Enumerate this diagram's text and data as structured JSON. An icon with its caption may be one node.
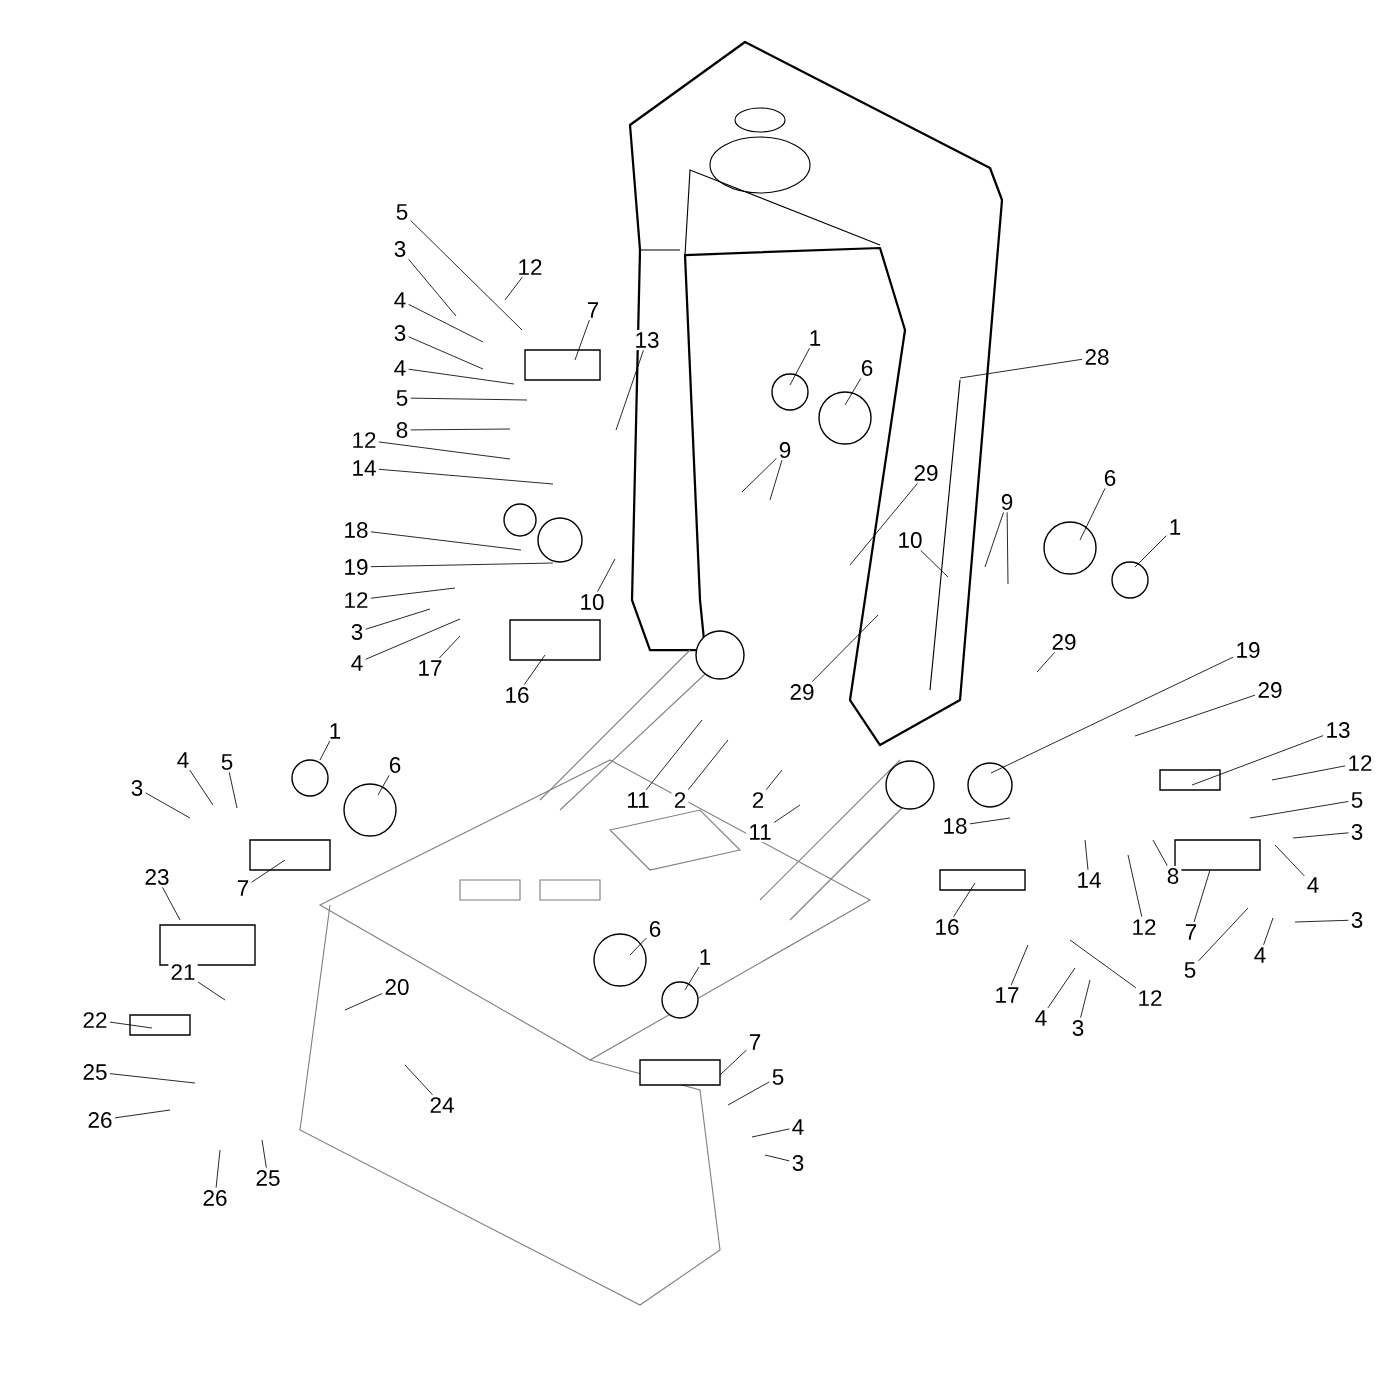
{
  "diagram": {
    "nodes": [
      {
        "text": [
          "5"
        ]
      },
      {
        "text": [
          "3"
        ]
      },
      {
        "text": [
          "12"
        ]
      },
      {
        "text": [
          "4"
        ]
      },
      {
        "text": [
          "7"
        ]
      },
      {
        "text": [
          "3"
        ]
      },
      {
        "text": [
          "13"
        ]
      },
      {
        "text": [
          "4"
        ]
      },
      {
        "text": [
          "5"
        ]
      },
      {
        "text": [
          "8"
        ]
      },
      {
        "text": [
          "12"
        ]
      },
      {
        "text": [
          "14"
        ]
      },
      {
        "text": [
          "18"
        ]
      },
      {
        "text": [
          "19"
        ]
      },
      {
        "text": [
          "12"
        ]
      },
      {
        "text": [
          "3"
        ]
      },
      {
        "text": [
          "4"
        ]
      },
      {
        "text": [
          "17"
        ]
      },
      {
        "text": [
          "10"
        ]
      },
      {
        "text": [
          "16"
        ]
      },
      {
        "text": [
          "1"
        ]
      },
      {
        "text": [
          "6"
        ]
      },
      {
        "text": [
          "9"
        ]
      },
      {
        "text": [
          "28"
        ]
      },
      {
        "text": [
          "29"
        ]
      },
      {
        "text": [
          "10"
        ]
      },
      {
        "text": [
          "9"
        ]
      },
      {
        "text": [
          "6"
        ]
      },
      {
        "text": [
          "1"
        ]
      },
      {
        "text": [
          "29"
        ]
      },
      {
        "text": [
          "29"
        ]
      },
      {
        "text": [
          "19"
        ]
      },
      {
        "text": [
          "29"
        ]
      },
      {
        "text": [
          "13"
        ]
      },
      {
        "text": [
          "12"
        ]
      },
      {
        "text": [
          "5"
        ]
      },
      {
        "text": [
          "3"
        ]
      },
      {
        "text": [
          "4"
        ]
      },
      {
        "text": [
          "18"
        ]
      },
      {
        "text": [
          "14"
        ]
      },
      {
        "text": [
          "8"
        ]
      },
      {
        "text": [
          "12"
        ]
      },
      {
        "text": [
          "7"
        ]
      },
      {
        "text": [
          "3"
        ]
      },
      {
        "text": [
          "4"
        ]
      },
      {
        "text": [
          "5"
        ]
      },
      {
        "text": [
          "16"
        ]
      },
      {
        "text": [
          "17"
        ]
      },
      {
        "text": [
          "12"
        ]
      },
      {
        "text": [
          "4"
        ]
      },
      {
        "text": [
          "3"
        ]
      },
      {
        "text": [
          "11"
        ]
      },
      {
        "text": [
          "2"
        ]
      },
      {
        "text": [
          "2"
        ]
      },
      {
        "text": [
          "11"
        ]
      },
      {
        "text": [
          "1"
        ]
      },
      {
        "text": [
          "6"
        ]
      },
      {
        "text": [
          "3"
        ]
      },
      {
        "text": [
          "4"
        ]
      },
      {
        "text": [
          "5"
        ]
      },
      {
        "text": [
          "7"
        ]
      },
      {
        "text": [
          "23"
        ]
      },
      {
        "text": [
          "21"
        ]
      },
      {
        "text": [
          "20"
        ]
      },
      {
        "text": [
          "22"
        ]
      },
      {
        "text": [
          "25"
        ]
      },
      {
        "text": [
          "24"
        ]
      },
      {
        "text": [
          "26"
        ]
      },
      {
        "text": [
          "26"
        ]
      },
      {
        "text": [
          "25"
        ]
      },
      {
        "text": [
          "6"
        ]
      },
      {
        "text": [
          "1"
        ]
      },
      {
        "text": [
          "7"
        ]
      },
      {
        "text": [
          "5"
        ]
      },
      {
        "text": [
          "4"
        ]
      },
      {
        "text": [
          "3"
        ]
      }
    ],
    "edges": [
      {
        "from": 0,
        "to": null,
        "arrow": "none"
      },
      {
        "from": 1,
        "to": null,
        "arrow": "none"
      },
      {
        "from": 2,
        "to": null,
        "arrow": "none"
      },
      {
        "from": 3,
        "to": null,
        "arrow": "none"
      },
      {
        "from": 4,
        "to": null,
        "arrow": "none"
      },
      {
        "from": 5,
        "to": null,
        "arrow": "none"
      },
      {
        "from": 6,
        "to": null,
        "arrow": "none"
      },
      {
        "from": 7,
        "to": null,
        "arrow": "none"
      },
      {
        "from": 8,
        "to": null,
        "arrow": "none"
      },
      {
        "from": 9,
        "to": null,
        "arrow": "none"
      },
      {
        "from": 10,
        "to": null,
        "arrow": "none"
      },
      {
        "from": 11,
        "to": null,
        "arrow": "none"
      },
      {
        "from": 12,
        "to": null,
        "arrow": "none"
      },
      {
        "from": 13,
        "to": null,
        "arrow": "none"
      },
      {
        "from": 14,
        "to": null,
        "arrow": "none"
      },
      {
        "from": 15,
        "to": null,
        "arrow": "none"
      },
      {
        "from": 16,
        "to": null,
        "arrow": "none"
      },
      {
        "from": 17,
        "to": null,
        "arrow": "none"
      },
      {
        "from": 18,
        "to": null,
        "arrow": "none"
      },
      {
        "from": 19,
        "to": null,
        "arrow": "none"
      },
      {
        "from": 20,
        "to": null,
        "arrow": "none"
      },
      {
        "from": 21,
        "to": null,
        "arrow": "none"
      },
      {
        "from": 22,
        "to": null,
        "arrow": "none"
      },
      {
        "from": 22,
        "to": null,
        "arrow": "none"
      },
      {
        "from": 23,
        "to": null,
        "arrow": "none"
      },
      {
        "from": 24,
        "to": null,
        "arrow": "none"
      },
      {
        "from": 25,
        "to": null,
        "arrow": "none"
      },
      {
        "from": 26,
        "to": null,
        "arrow": "none"
      },
      {
        "from": 26,
        "to": null,
        "arrow": "none"
      },
      {
        "from": 27,
        "to": null,
        "arrow": "none"
      },
      {
        "from": 28,
        "to": null,
        "arrow": "none"
      },
      {
        "from": 29,
        "to": null,
        "arrow": "none"
      },
      {
        "from": 30,
        "to": null,
        "arrow": "none"
      },
      {
        "from": 31,
        "to": null,
        "arrow": "none"
      },
      {
        "from": 32,
        "to": null,
        "arrow": "none"
      },
      {
        "from": 33,
        "to": null,
        "arrow": "none"
      },
      {
        "from": 34,
        "to": null,
        "arrow": "none"
      },
      {
        "from": 35,
        "to": null,
        "arrow": "none"
      },
      {
        "from": 36,
        "to": null,
        "arrow": "none"
      },
      {
        "from": 37,
        "to": null,
        "arrow": "none"
      },
      {
        "from": 38,
        "to": null,
        "arrow": "none"
      },
      {
        "from": 39,
        "to": null,
        "arrow": "none"
      },
      {
        "from": 40,
        "to": null,
        "arrow": "none"
      },
      {
        "from": 41,
        "to": null,
        "arrow": "none"
      },
      {
        "from": 42,
        "to": null,
        "arrow": "none"
      },
      {
        "from": 43,
        "to": null,
        "arrow": "none"
      },
      {
        "from": 44,
        "to": null,
        "arrow": "none"
      },
      {
        "from": 45,
        "to": null,
        "arrow": "none"
      },
      {
        "from": 46,
        "to": null,
        "arrow": "none"
      },
      {
        "from": 47,
        "to": null,
        "arrow": "none"
      },
      {
        "from": 48,
        "to": null,
        "arrow": "none"
      },
      {
        "from": 49,
        "to": null,
        "arrow": "none"
      },
      {
        "from": 50,
        "to": null,
        "arrow": "none"
      },
      {
        "from": 51,
        "to": null,
        "arrow": "none"
      },
      {
        "from": 52,
        "to": null,
        "arrow": "none"
      },
      {
        "from": 53,
        "to": null,
        "arrow": "none"
      },
      {
        "from": 54,
        "to": null,
        "arrow": "none"
      },
      {
        "from": 55,
        "to": null,
        "arrow": "none"
      },
      {
        "from": 56,
        "to": null,
        "arrow": "none"
      },
      {
        "from": 57,
        "to": null,
        "arrow": "none"
      },
      {
        "from": 58,
        "to": null,
        "arrow": "none"
      },
      {
        "from": 59,
        "to": null,
        "arrow": "none"
      },
      {
        "from": 60,
        "to": null,
        "arrow": "none"
      },
      {
        "from": 61,
        "to": null,
        "arrow": "none"
      },
      {
        "from": 62,
        "to": null,
        "arrow": "none"
      },
      {
        "from": 63,
        "to": null,
        "arrow": "none"
      },
      {
        "from": 64,
        "to": null,
        "arrow": "none"
      },
      {
        "from": 65,
        "to": null,
        "arrow": "none"
      },
      {
        "from": 66,
        "to": null,
        "arrow": "none"
      },
      {
        "from": 67,
        "to": null,
        "arrow": "none"
      },
      {
        "from": 68,
        "to": null,
        "arrow": "none"
      },
      {
        "from": 69,
        "to": null,
        "arrow": "none"
      },
      {
        "from": 70,
        "to": null,
        "arrow": "none"
      },
      {
        "from": 71,
        "to": null,
        "arrow": "none"
      },
      {
        "from": 72,
        "to": null,
        "arrow": "none"
      },
      {
        "from": 73,
        "to": null,
        "arrow": "none"
      },
      {
        "from": 74,
        "to": null,
        "arrow": "none"
      },
      {
        "from": 75,
        "to": null,
        "arrow": "none"
      }
    ]
  }
}
